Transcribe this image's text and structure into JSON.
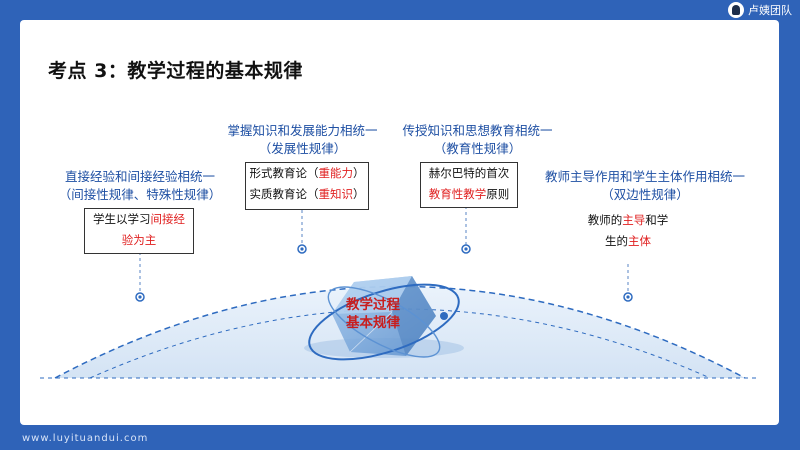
{
  "title": "考点 3：教学过程的基本规律",
  "brand": {
    "name": "卢姨团队",
    "url": "www.luyituandui.com"
  },
  "core_label": {
    "line1": "教学过程",
    "line2": "基本规律"
  },
  "laws": [
    {
      "heading1": "直接经验和间接经验相统一",
      "heading2": "（间接性规律、特殊性规律）",
      "line1": {
        "pre": "学生以学习",
        "highlight": "间接经"
      },
      "line2": {
        "highlight": "验为主",
        "post": ""
      }
    },
    {
      "heading1": "掌握知识和发展能力相统一",
      "heading2": "（发展性规律）",
      "line1": {
        "pre": "形式教育论（",
        "highlight": "重能力",
        "post": "）"
      },
      "line2": {
        "pre": "实质教育论（",
        "highlight": "重知识",
        "post": "）"
      }
    },
    {
      "heading1": "传授知识和思想教育相统一",
      "heading2": "（教育性规律）",
      "line1": {
        "text": "赫尔巴特的首次"
      },
      "line2": {
        "highlight": "教育性教学",
        "post": "原则"
      }
    },
    {
      "heading1": "教师主导作用和学生主体作用相统一",
      "heading2": "（双边性规律）",
      "line1": {
        "pre": "教师的",
        "highlight": "主导",
        "post": "和学"
      },
      "line2": {
        "pre": "生的",
        "highlight": "主体"
      }
    }
  ],
  "colors": {
    "background": "#2f63b8",
    "heading": "#1e4fa3",
    "highlight": "#e02020",
    "core_text": "#c81e1e"
  }
}
